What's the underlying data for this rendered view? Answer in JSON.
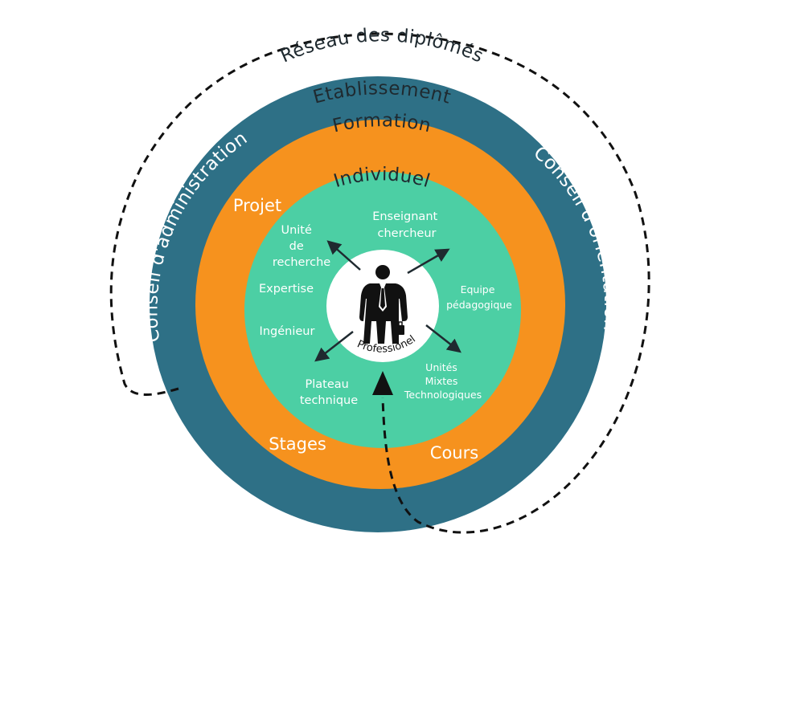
{
  "diagram": {
    "colors": {
      "outer_ring": "#2e7086",
      "middle_ring": "#f6921e",
      "inner_ring": "#4ccfa4",
      "center": "#ffffff",
      "arrows": "#1f2a30",
      "dashed_line": "#111111"
    },
    "network_label": "Réseau des diplômés",
    "outer_ring": {
      "title": "Etablissement",
      "left_label": "Conseil d'administration",
      "right_label": "Conseil d'orientation"
    },
    "middle_ring": {
      "title": "Formation",
      "items": {
        "projet": "Projet",
        "stages": "Stages",
        "cours": "Cours"
      }
    },
    "inner_ring": {
      "title": "Individuel",
      "unite": [
        "Unité",
        "de",
        "recherche"
      ],
      "enseignant": [
        "Enseignant",
        "chercheur"
      ],
      "expertise": "Expertise",
      "equipe": [
        "Equipe",
        "pédagogique"
      ],
      "ingenieur": "Ingénieur",
      "plateau": [
        "Plateau",
        "technique"
      ],
      "umt": [
        "Unités",
        "Mixtes",
        "Technologiques"
      ]
    },
    "center": {
      "label": "Professionel",
      "icon": "businessman-icon"
    }
  }
}
